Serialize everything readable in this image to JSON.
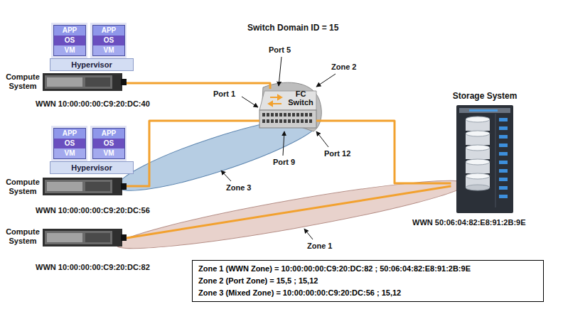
{
  "diagram": {
    "nodes": [
      {
        "text": [
          "APP",
          "OS",
          "VM"
        ]
      },
      {
        "text": [
          "APP",
          "OS",
          "VM"
        ]
      },
      {
        "text": [
          "Hypervisor"
        ]
      },
      {
        "text": [
          "Compute System"
        ]
      },
      {
        "text": [
          "FC Switch"
        ]
      },
      {
        "text": [
          "Storage System"
        ]
      },
      {
        "text": [
          "APP",
          "OS",
          "VM"
        ]
      },
      {
        "text": [
          "APP",
          "OS",
          "VM"
        ]
      },
      {
        "text": [
          "Hypervisor"
        ]
      },
      {
        "text": [
          "Compute System"
        ]
      },
      {
        "text": [
          "Compute System"
        ]
      },
      {
        "text": [
          "Zone 1 (WWN Zone) = 10:00:00:00:C9:20:DC:82 ; 50:06:04:82:E8:91:2B:9E",
          "Zone 2 (Port Zone) = 15,5 ; 15,12",
          "Zone 3 (Mixed Zone) = 10:00:00:00:C9:20:DC:56 ; 15,12"
        ]
      }
    ],
    "edges": [
      {
        "from": 3,
        "to": 4,
        "arrow": "none"
      },
      {
        "from": 9,
        "to": 4,
        "arrow": "none"
      },
      {
        "from": 4,
        "to": 5,
        "arrow": "none"
      },
      {
        "from": 10,
        "to": 5,
        "arrow": "none"
      }
    ],
    "labels": [
      "Switch Domain ID = 15",
      "Port 5",
      "Zone 2",
      "Port 1",
      "WWN 10:00:00:00:C9:20:DC:40",
      "Port 9",
      "Port 12",
      "Zone 3",
      "WWN 10:00:00:00:C9:20:DC:56",
      "WWN 50:06:04:82:E8:91:2B:9E",
      "Zone 1",
      "WWN 10:00:00:00:C9:20:DC:82"
    ]
  }
}
